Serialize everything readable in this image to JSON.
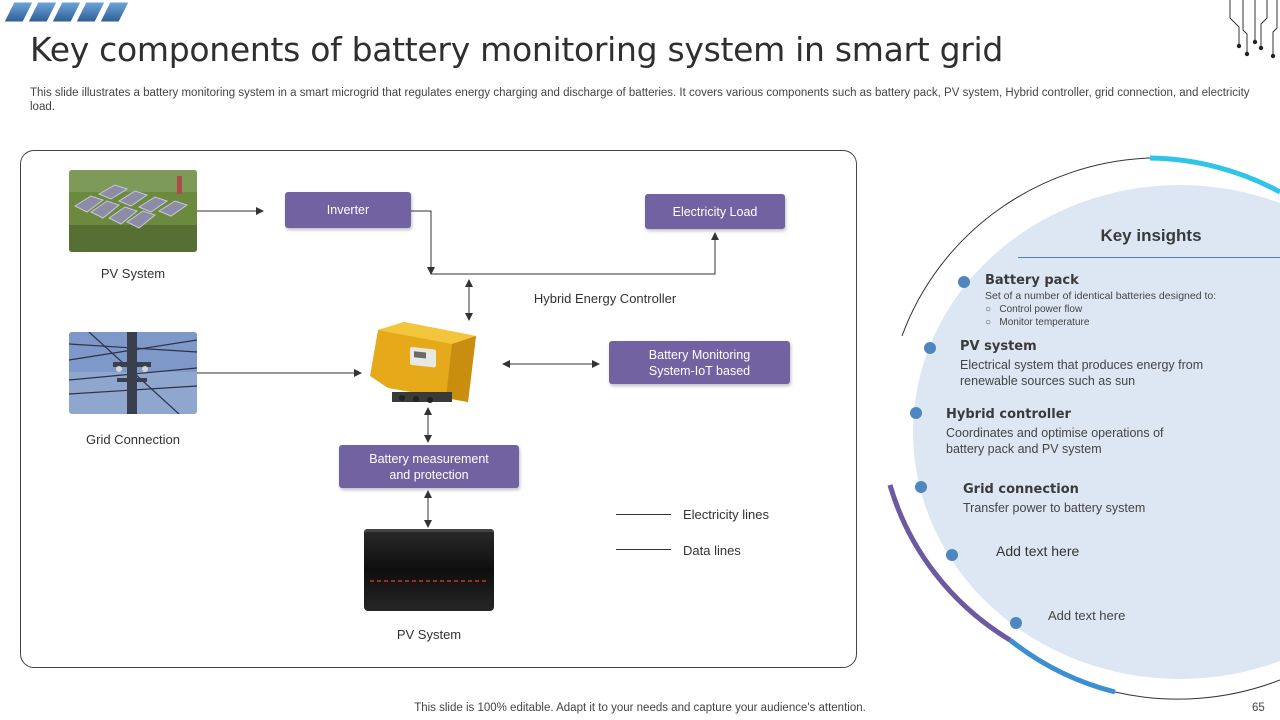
{
  "title": "Key components of battery monitoring system in smart grid",
  "subtitle": "This slide illustrates a battery monitoring system in a smart microgrid that regulates energy charging and discharge of batteries. It covers various components such as battery pack, PV  system, Hybrid controller, grid connection, and electricity load.",
  "diagram": {
    "captions": {
      "pv_top": "PV System",
      "grid": "Grid Connection",
      "pv_bottom": "PV System",
      "hybrid": "Hybrid Energy Controller"
    },
    "boxes": {
      "inverter": "Inverter",
      "load": "Electricity Load",
      "bms": "Battery Monitoring\nSystem-IoT based",
      "measurement": "Battery measurement\nand protection"
    },
    "legend": {
      "electricity": "Electricity lines",
      "data": "Data lines"
    }
  },
  "insights": {
    "title": "Key insights",
    "items": [
      {
        "head": "Battery pack",
        "text": "Set of a number of identical batteries designed to:",
        "bullets": [
          "Control power flow",
          "Monitor temperature"
        ]
      },
      {
        "head": "PV system",
        "text": "Electrical system that produces energy from\nrenewable  sources such as sun"
      },
      {
        "head": "Hybrid controller",
        "text": "Coordinates and optimise operations of\nbattery pack and PV system"
      },
      {
        "head": "Grid connection",
        "text": "Transfer  power to battery system"
      },
      {
        "text": "Add text here"
      },
      {
        "text": "Add text here"
      }
    ]
  },
  "footer": "This slide is 100% editable. Adapt it to your needs and capture your audience's attention.",
  "page_number": "65",
  "colors": {
    "box_purple": "#7162a1",
    "insight_bg": "#dde7f3",
    "accent_cyan": "#2ec5e8",
    "accent_purple": "#6b5aa0",
    "dot_blue": "#4f86bf"
  }
}
